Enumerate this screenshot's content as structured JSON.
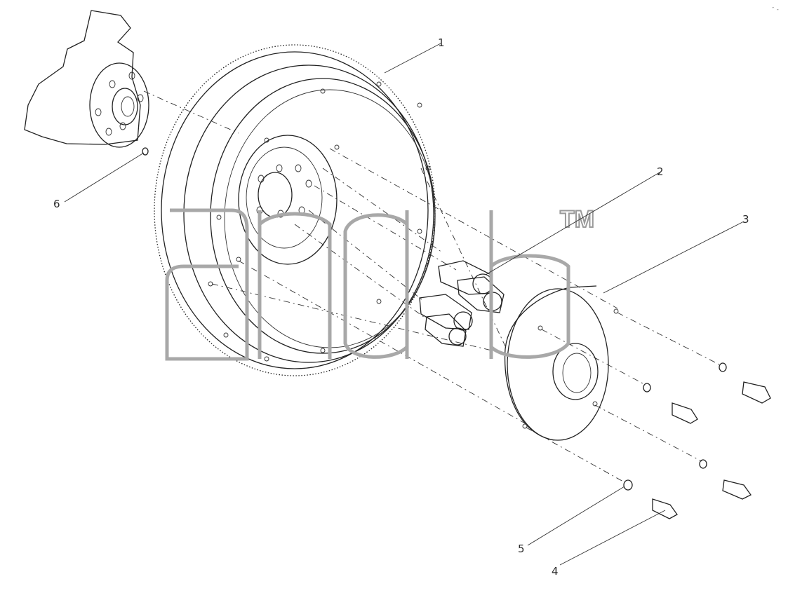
{
  "callouts": [
    {
      "id": "1",
      "text": "1"
    },
    {
      "id": "2",
      "text": "2"
    },
    {
      "id": "3",
      "text": "3"
    },
    {
      "id": "4",
      "text": "4"
    },
    {
      "id": "5",
      "text": "5"
    },
    {
      "id": "6",
      "text": "6"
    }
  ],
  "watermark": {
    "trademark": "TM"
  },
  "corner_mark": "ᵔ -"
}
